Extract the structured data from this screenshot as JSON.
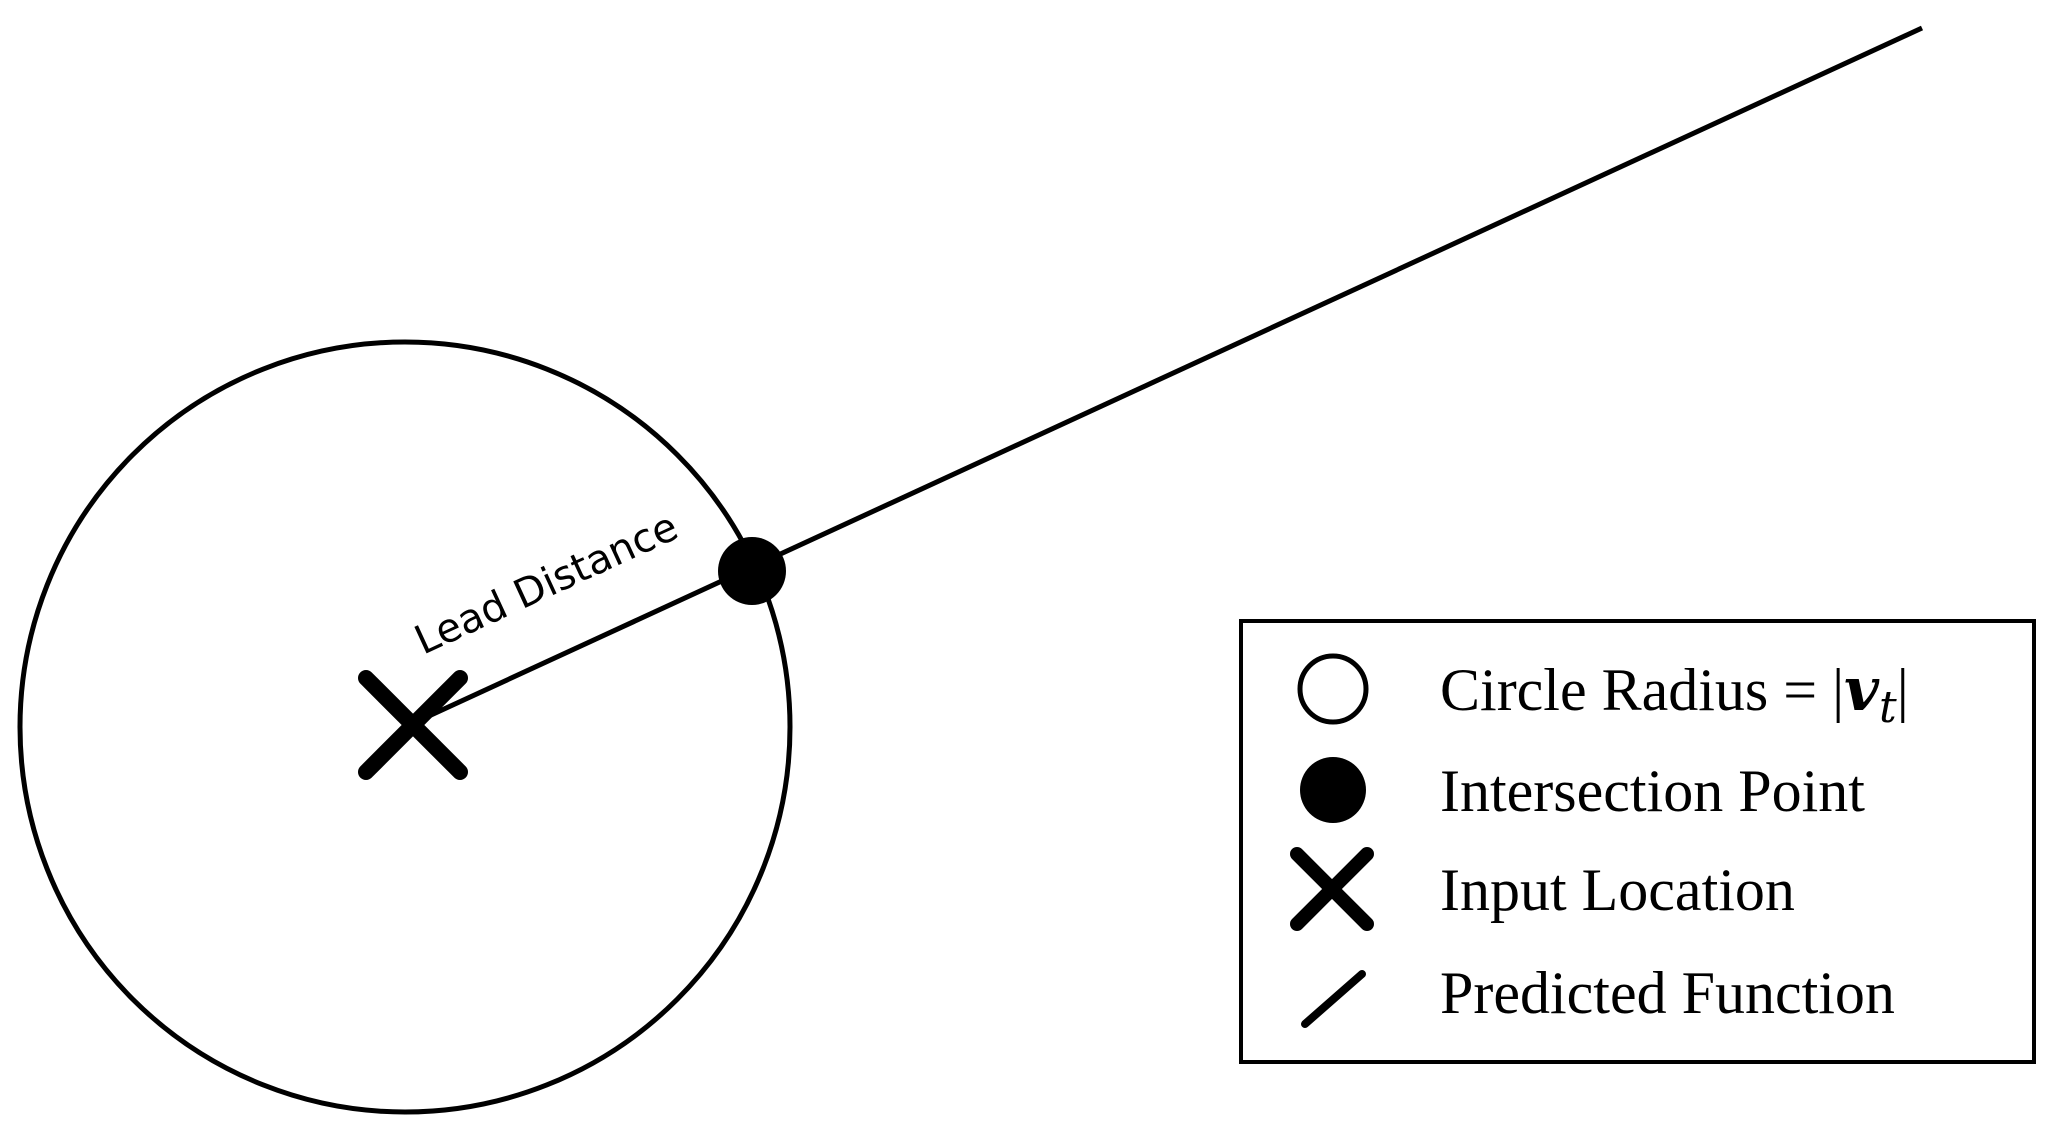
{
  "diagram": {
    "lead_label": "Lead Distance",
    "legend": {
      "items": [
        {
          "id": "circle",
          "icon": "open-circle-icon",
          "label_prefix": "Circle Radius = |",
          "math_var": "v",
          "math_sub": "t",
          "label_suffix": "|"
        },
        {
          "id": "intersection",
          "icon": "filled-circle-icon",
          "label": "Intersection Point"
        },
        {
          "id": "input",
          "icon": "x-mark-icon",
          "label": "Input Location"
        },
        {
          "id": "function",
          "icon": "slash-line-icon",
          "label": "Predicted Function"
        }
      ]
    },
    "colors": {
      "stroke": "#000000",
      "background": "#ffffff"
    }
  }
}
